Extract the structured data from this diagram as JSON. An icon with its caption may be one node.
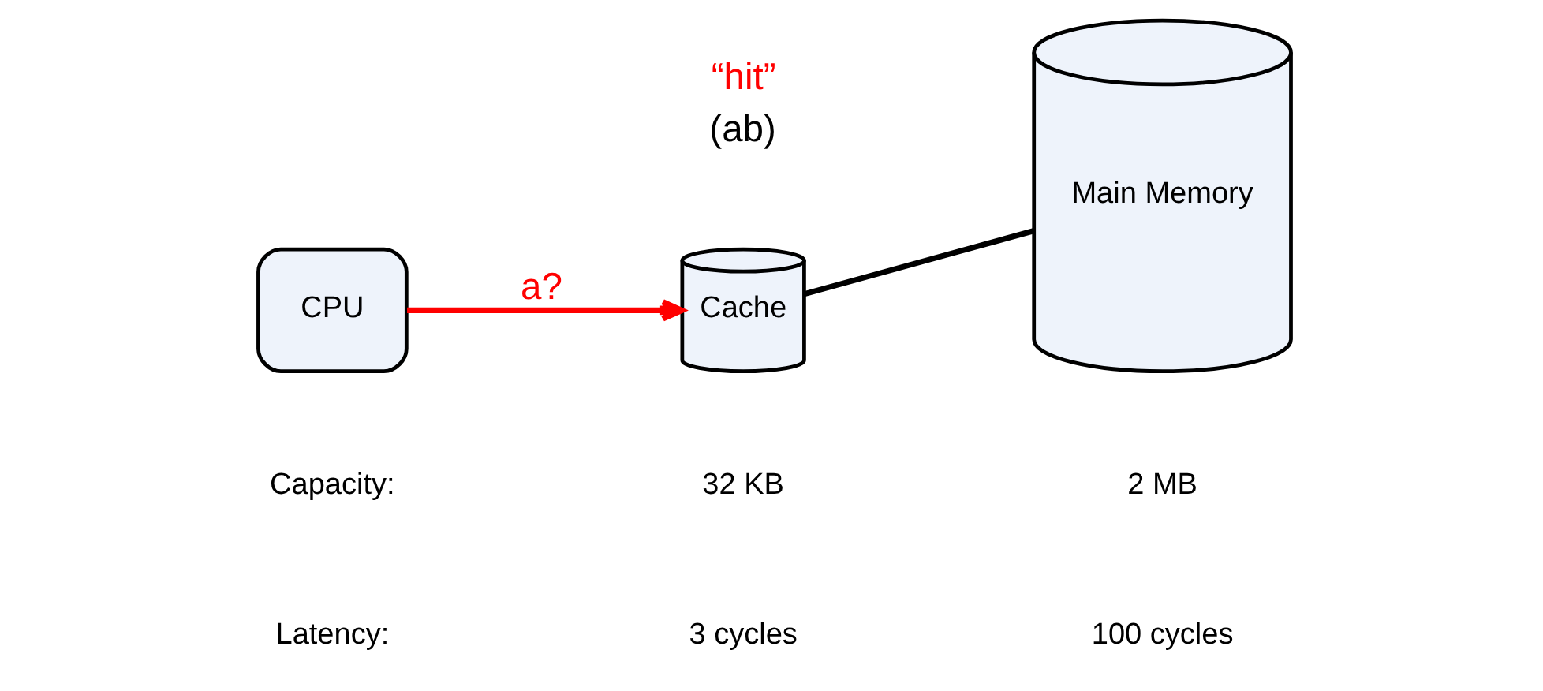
{
  "diagram": {
    "nodes": [
      {
        "text": [
          "CPU"
        ]
      },
      {
        "text": [
          "Cache"
        ],
        "beside": [
          "“hit”",
          "(ab)"
        ]
      },
      {
        "text": [
          "Main Memory"
        ]
      }
    ],
    "edges": [
      {
        "from": 0,
        "to": 1,
        "arrow": "to",
        "label": "a?",
        "color": "#ff0000"
      },
      {
        "from": 1,
        "to": 2,
        "arrow": "none",
        "color": "#000000"
      }
    ],
    "labels": [
      "Capacity:",
      "32 KB",
      "2 MB",
      "Latency:",
      "3 cycles",
      "100 cycles"
    ]
  }
}
